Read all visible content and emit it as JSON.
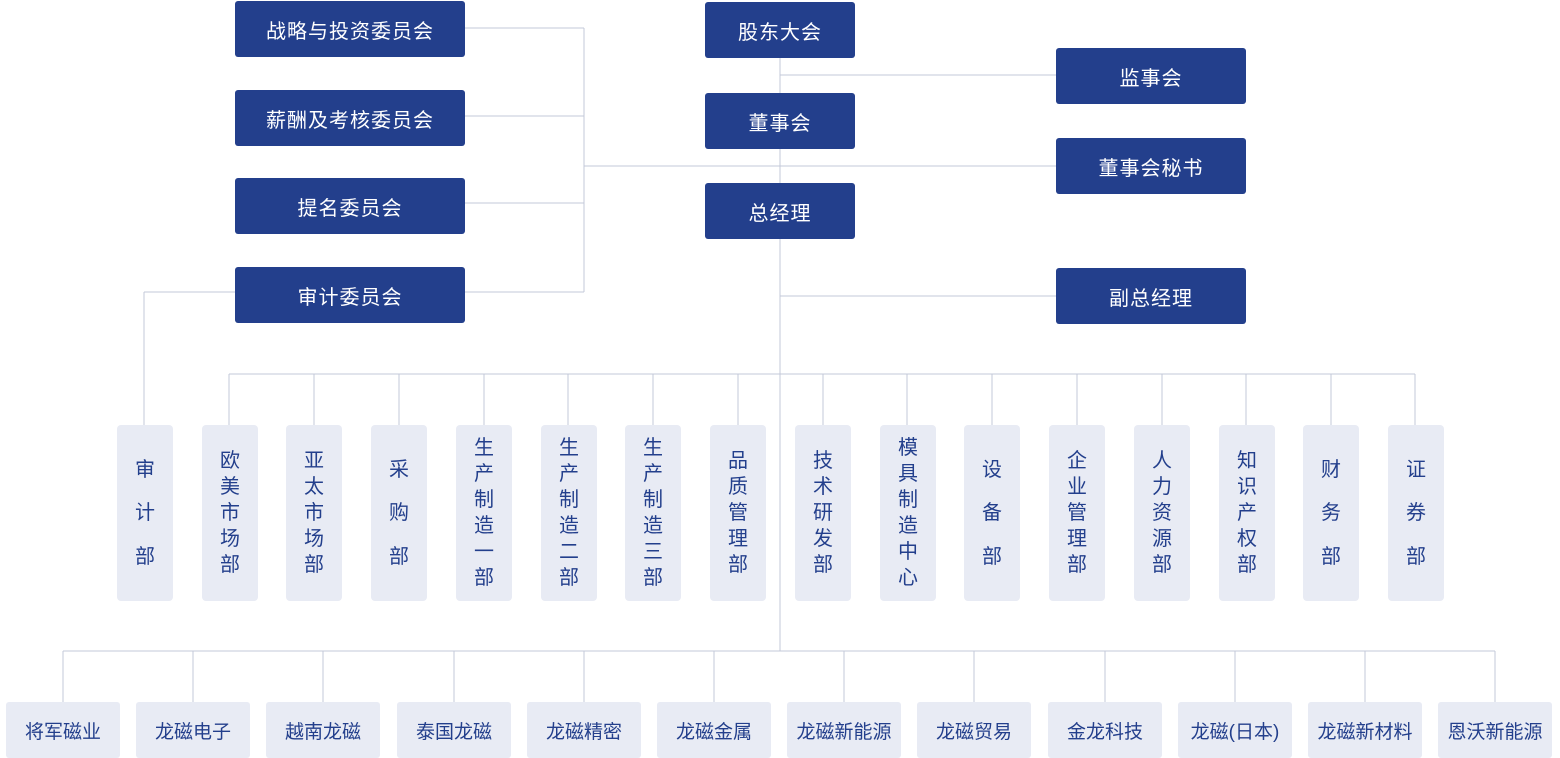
{
  "top": {
    "shareholders": "股东大会",
    "board": "董事会",
    "general_manager": "总经理",
    "supervisory_board": "监事会",
    "board_secretary": "董事会秘书",
    "deputy_gm": "副总经理"
  },
  "committees": [
    "战略与投资委员会",
    "薪酬及考核委员会",
    "提名委员会",
    "审计委员会"
  ],
  "departments": [
    [
      "审",
      "计",
      "部"
    ],
    [
      "欧",
      "美",
      "市",
      "场",
      "部"
    ],
    [
      "亚",
      "太",
      "市",
      "场",
      "部"
    ],
    [
      "采",
      "购",
      "部"
    ],
    [
      "生",
      "产",
      "制",
      "造",
      "一",
      "部"
    ],
    [
      "生",
      "产",
      "制",
      "造",
      "二",
      "部"
    ],
    [
      "生",
      "产",
      "制",
      "造",
      "三",
      "部"
    ],
    [
      "品",
      "质",
      "管",
      "理",
      "部"
    ],
    [
      "技",
      "术",
      "研",
      "发",
      "部"
    ],
    [
      "模",
      "具",
      "制",
      "造",
      "中",
      "心"
    ],
    [
      "设",
      "备",
      "部"
    ],
    [
      "企",
      "业",
      "管",
      "理",
      "部"
    ],
    [
      "人",
      "力",
      "资",
      "源",
      "部"
    ],
    [
      "知",
      "识",
      "产",
      "权",
      "部"
    ],
    [
      "财",
      "务",
      "部"
    ],
    [
      "证",
      "券",
      "部"
    ]
  ],
  "subsidiaries": [
    "将军磁业",
    "龙磁电子",
    "越南龙磁",
    "泰国龙磁",
    "龙磁精密",
    "龙磁金属",
    "龙磁新能源",
    "龙磁贸易",
    "金龙科技",
    "龙磁(日本)",
    "龙磁新材料",
    "恩沃新能源"
  ],
  "colors": {
    "box": "#233f8c",
    "light_box": "#e8ebf4",
    "line": "#c3c9d9"
  }
}
